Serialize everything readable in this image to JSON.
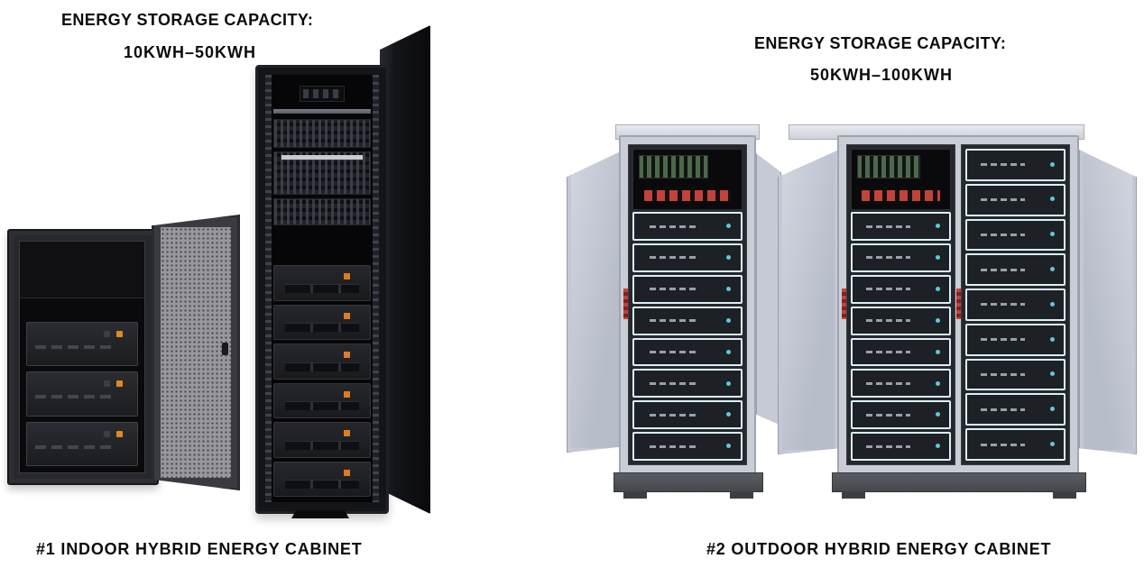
{
  "sections": {
    "indoor": {
      "capacity_label": "ENERGY STORAGE CAPACITY:",
      "capacity_value": "10KWH–50KWH",
      "caption": "#1 INDOOR HYBRID ENERGY CABINET"
    },
    "outdoor": {
      "capacity_label": "ENERGY STORAGE CAPACITY:",
      "capacity_value": "50KWH–100KWH",
      "caption": "#2 OUTDOOR HYBRID ENERGY CABINET"
    }
  },
  "cabinets": {
    "wall": {
      "battery_modules": 3
    },
    "rack": {
      "battery_modules": 6
    },
    "outdoor_single": {
      "battery_modules": 8
    },
    "outdoor_double_left": {
      "battery_modules": 8
    },
    "outdoor_double_right": {
      "battery_modules": 9
    }
  },
  "colors": {
    "background": "#ffffff",
    "text": "#0b0b0b",
    "indoor_cabinet_dark": "#141519",
    "outdoor_frame_gray": "#c9cdd6",
    "module_frame_cyan": "#d8f2f6",
    "indicator_orange": "#e07b1f",
    "connector_red": "#c2433a"
  }
}
